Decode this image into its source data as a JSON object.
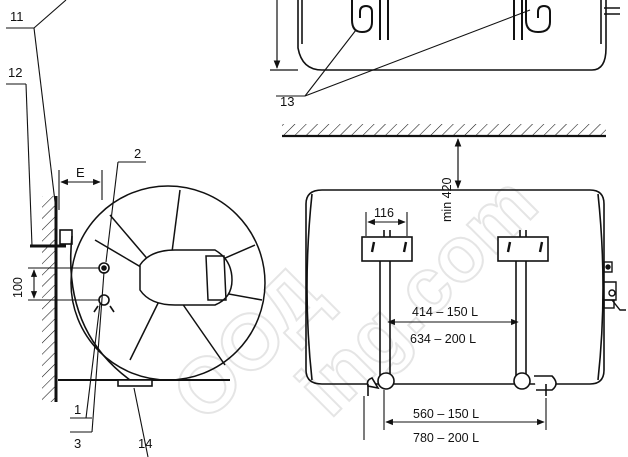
{
  "callouts": {
    "c1": "1",
    "c2": "2",
    "c3": "3",
    "c11": "11",
    "c12": "12",
    "c13": "13",
    "c14": "14"
  },
  "dimensions": {
    "e": "E",
    "d100": "100",
    "d116": "116",
    "min420": "min 420",
    "d414": "414 – 150 L",
    "d634": "634 – 200 L",
    "d560": "560 – 150 L",
    "d780": "780 – 200 L"
  },
  "watermark": {
    "line1": "ООД",
    "line2": "ing.com"
  }
}
